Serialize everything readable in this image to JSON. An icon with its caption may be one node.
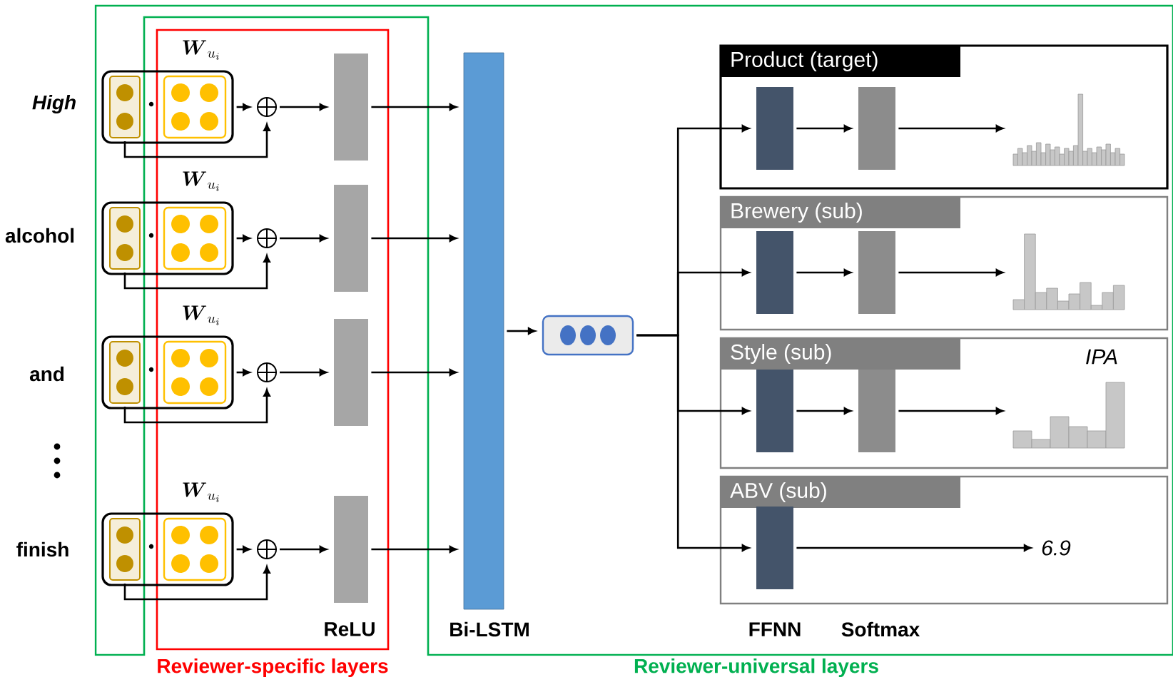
{
  "diagram": {
    "nodes": [
      {
        "text": [
          "\\boldsymbol{W}_{u_i}"
        ]
      },
      {
        "text": [],
        "shape": "box",
        "in": 0
      },
      {
        "text": [],
        "shape": "box",
        "in": 0
      },
      {
        "text": [],
        "shape": "circle"
      },
      {
        "text": [],
        "shape": "bar"
      },
      {
        "text": [
          "\\boldsymbol{W}_{u_i}"
        ]
      },
      {
        "text": [],
        "shape": "box",
        "in": 5
      },
      {
        "text": [],
        "shape": "box",
        "in": 5
      },
      {
        "text": [],
        "shape": "circle"
      },
      {
        "text": [],
        "shape": "bar"
      },
      {
        "text": [
          "\\boldsymbol{W}_{u_i}"
        ]
      },
      {
        "text": [],
        "shape": "box",
        "in": 10
      },
      {
        "text": [],
        "shape": "box",
        "in": 10
      },
      {
        "text": [],
        "shape": "circle"
      },
      {
        "text": [],
        "shape": "bar"
      },
      {
        "text": [
          "\\boldsymbol{W}_{u_i}"
        ]
      },
      {
        "text": [],
        "shape": "box",
        "in": 15
      },
      {
        "text": [],
        "shape": "box",
        "in": 15
      },
      {
        "text": [],
        "shape": "circle"
      },
      {
        "text": [],
        "shape": "bar"
      },
      {
        "text": [],
        "shape": "bar",
        "beside": [
          "Bi-LSTM"
        ]
      },
      {
        "text": [],
        "shape": "box"
      },
      {
        "text": [
          "Product (target)"
        ]
      },
      {
        "text": [],
        "shape": "bar",
        "in": 22
      },
      {
        "text": [],
        "shape": "bar",
        "in": 22
      },
      {
        "text": [],
        "shape": "picture",
        "in": 22
      },
      {
        "text": [
          "Brewery (sub)"
        ]
      },
      {
        "text": [],
        "shape": "bar",
        "in": 26
      },
      {
        "text": [],
        "shape": "bar",
        "in": 26
      },
      {
        "text": [],
        "shape": "picture",
        "in": 26
      },
      {
        "text": [
          "Style (sub)"
        ]
      },
      {
        "text": [],
        "shape": "bar",
        "in": 30
      },
      {
        "text": [],
        "shape": "bar",
        "in": 30
      },
      {
        "text": [],
        "shape": "picture",
        "in": 30,
        "beside": [
          "IPA"
        ]
      },
      {
        "text": [
          "ABV (sub)"
        ]
      },
      {
        "text": [],
        "shape": "bar",
        "in": 34
      },
      {
        "text": [
          "6.9"
        ],
        "in": 34
      }
    ],
    "edges": [
      {
        "from": 1,
        "to": 3,
        "arrow": "to"
      },
      {
        "from": 0,
        "to": 3,
        "arrow": "to"
      },
      {
        "from": 3,
        "to": 4,
        "arrow": "to"
      },
      {
        "from": 4,
        "to": 20,
        "arrow": "to"
      },
      {
        "from": 6,
        "to": 8,
        "arrow": "to"
      },
      {
        "from": 5,
        "to": 8,
        "arrow": "to"
      },
      {
        "from": 8,
        "to": 9,
        "arrow": "to"
      },
      {
        "from": 9,
        "to": 20,
        "arrow": "to"
      },
      {
        "from": 11,
        "to": 13,
        "arrow": "to"
      },
      {
        "from": 10,
        "to": 13,
        "arrow": "to"
      },
      {
        "from": 13,
        "to": 14,
        "arrow": "to"
      },
      {
        "from": 14,
        "to": 20,
        "arrow": "to"
      },
      {
        "from": 16,
        "to": 18,
        "arrow": "to"
      },
      {
        "from": 15,
        "to": 18,
        "arrow": "to"
      },
      {
        "from": 18,
        "to": 19,
        "arrow": "to"
      },
      {
        "from": 19,
        "to": 20,
        "arrow": "to"
      },
      {
        "from": 20,
        "to": 21,
        "arrow": "to"
      },
      {
        "from": 21,
        "to": 23,
        "arrow": "to"
      },
      {
        "from": 21,
        "to": 27,
        "arrow": "to"
      },
      {
        "from": 21,
        "to": 31,
        "arrow": "to"
      },
      {
        "from": 21,
        "to": 35,
        "arrow": "to"
      },
      {
        "from": 23,
        "to": 24,
        "arrow": "to"
      },
      {
        "from": 24,
        "to": 25,
        "arrow": "to"
      },
      {
        "from": 27,
        "to": 28,
        "arrow": "to"
      },
      {
        "from": 28,
        "to": 29,
        "arrow": "to"
      },
      {
        "from": 31,
        "to": 32,
        "arrow": "to"
      },
      {
        "from": 32,
        "to": 33,
        "arrow": "to"
      },
      {
        "from": 35,
        "to": 36,
        "arrow": "to"
      }
    ],
    "labels": [
      "High",
      "alcohol",
      "and",
      "finish",
      "ReLU",
      "FFNN",
      "Softmax",
      "Reviewer-specific layers",
      "Reviewer-universal layers"
    ]
  }
}
